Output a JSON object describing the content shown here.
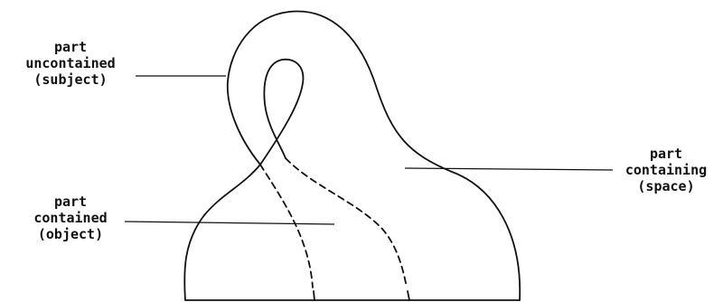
{
  "labels": {
    "uncontained": {
      "line1": "part",
      "line2": "uncontained",
      "line3": "(subject)"
    },
    "contained": {
      "line1": "part",
      "line2": "contained",
      "line3": "(object)"
    },
    "containing": {
      "line1": "part",
      "line2": "containing",
      "line3": "(space)"
    }
  },
  "colors": {
    "ink": "#111111",
    "background": "#ffffff"
  }
}
